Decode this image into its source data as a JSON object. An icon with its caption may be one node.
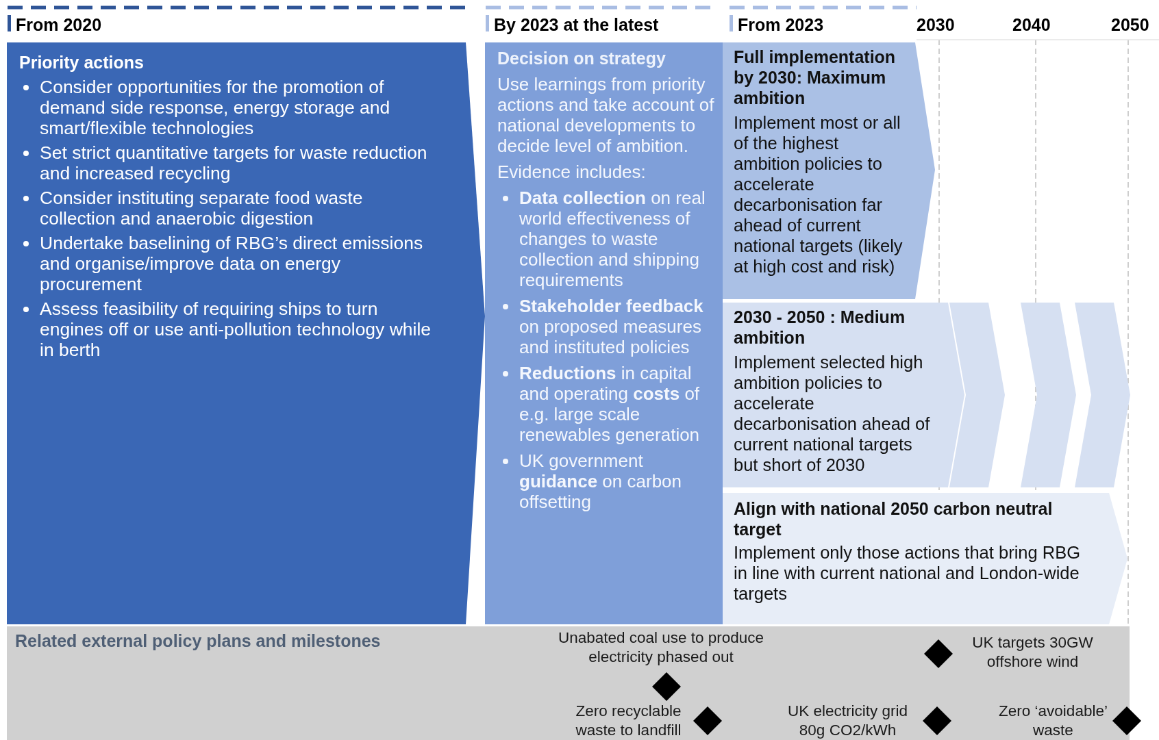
{
  "diagram": {
    "nodes": [
      {
        "text": [
          "From 2020"
        ]
      },
      {
        "text": [
          "By 2023 at the latest"
        ]
      },
      {
        "text": [
          "From 2023"
        ]
      },
      {
        "text": [
          "Priority actions",
          "Consider opportunities for the promotion of demand side response, energy storage and smart/flexible technologies",
          "Set strict quantitative targets for waste reduction and increased recycling",
          "Consider instituting separate food waste collection and anaerobic digestion",
          "Undertake baselining of RBG’s direct emissions and organise/improve data on energy procurement",
          "Assess feasibility of requiring ships to turn engines off or use anti-pollution technology while in berth"
        ]
      },
      {
        "text": [
          "Decision on strategy",
          "Use learnings from priority actions and take account of national developments to decide level of ambition.",
          "Evidence includes:",
          "**Data collection** on real world effectiveness of changes to waste collection and shipping requirements",
          "**Stakeholder feedback** on proposed measures and instituted policies",
          "**Reductions** in capital and operating **costs** of  e.g. large scale renewables generation",
          "UK government **guidance** on carbon offsetting"
        ]
      },
      {
        "text": [
          "Full implementation by 2030: Maximum ambition",
          "Implement most or all of the highest ambition policies to accelerate decarbonisation far ahead of current national targets (likely at high cost and risk)"
        ]
      },
      {
        "text": [
          "2030 - 2050 : Medium ambition",
          "Implement selected high ambition policies to accelerate decarbonisation ahead of current national targets but short of 2030"
        ]
      },
      {
        "text": [],
        "shape": "chevron"
      },
      {
        "text": [],
        "shape": "chevron"
      },
      {
        "text": [],
        "shape": "chevron"
      },
      {
        "text": [
          "Align with national 2050 carbon neutral target",
          "Implement only those actions that bring RBG in line with current national and London-wide targets"
        ]
      },
      {
        "text": [
          "Related external policy plans and milestones"
        ]
      },
      {
        "text": [],
        "shape": "diamond",
        "in": 11,
        "beside": [
          "Unabated coal use to produce electricity phased out"
        ]
      },
      {
        "text": [],
        "shape": "diamond",
        "in": 11,
        "beside": [
          "Zero recyclable waste to landfill"
        ]
      },
      {
        "text": [],
        "shape": "diamond",
        "in": 11,
        "beside": [
          "UK targets 30GW offshore wind"
        ]
      },
      {
        "text": [],
        "shape": "diamond",
        "in": 11,
        "beside": [
          "UK electricity grid 80g CO2/kWh"
        ]
      },
      {
        "text": [],
        "shape": "diamond",
        "in": 11,
        "beside": [
          "Zero ‘avoidable’ waste"
        ]
      }
    ],
    "edges": [],
    "labels": [
      "2030",
      "2040",
      "2050"
    ]
  }
}
